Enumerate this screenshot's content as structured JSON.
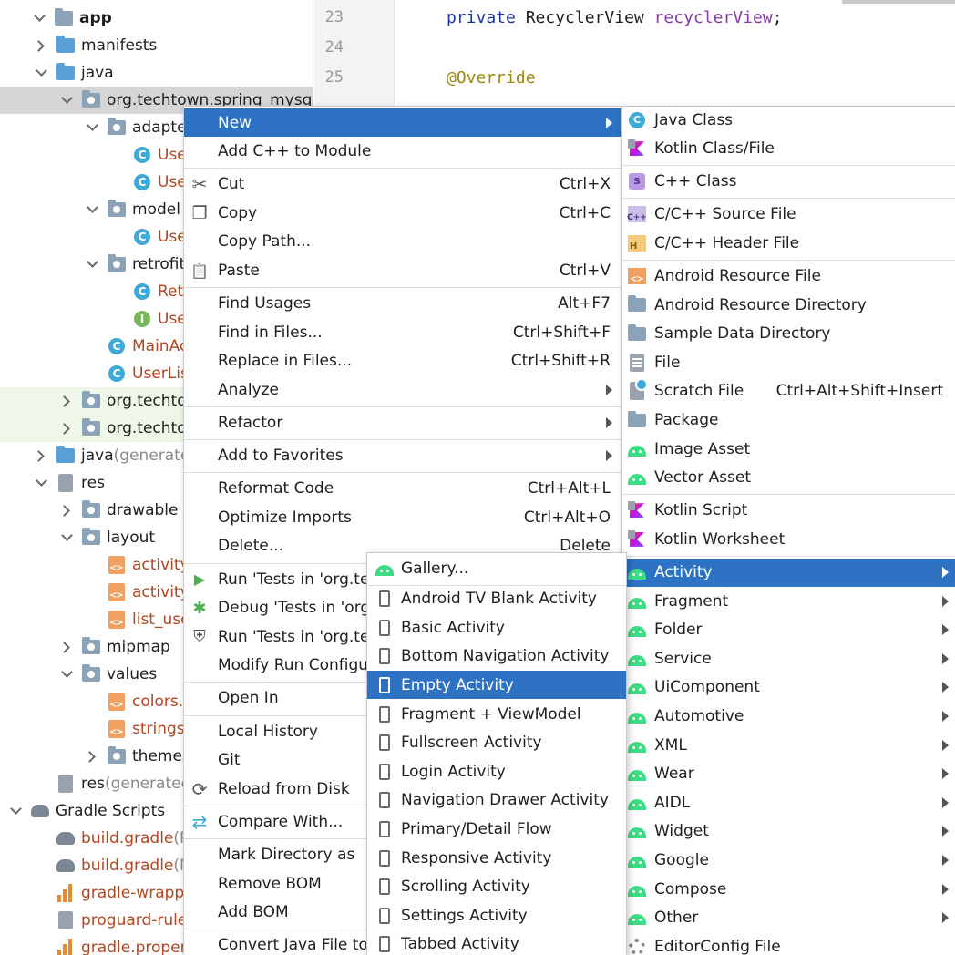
{
  "tree": [
    {
      "label": "app",
      "indent": 1,
      "arrow": "down",
      "icon": "folder-module-icon",
      "style": "bold"
    },
    {
      "label": "manifests",
      "indent": 2,
      "arrow": "right",
      "icon": "folder-blue-icon"
    },
    {
      "label": "java",
      "indent": 2,
      "arrow": "down",
      "icon": "folder-blue-icon"
    },
    {
      "label": "org.techtown.spring_mysql",
      "indent": 3,
      "arrow": "down",
      "icon": "package-icon",
      "row": "sel"
    },
    {
      "label": "adapte",
      "indent": 4,
      "arrow": "down",
      "icon": "package-icon"
    },
    {
      "label": "Use",
      "indent": 5,
      "arrow": "none",
      "icon": "class-icon",
      "style": "red"
    },
    {
      "label": "Use",
      "indent": 5,
      "arrow": "none",
      "icon": "class-icon",
      "style": "red"
    },
    {
      "label": "model",
      "indent": 4,
      "arrow": "down",
      "icon": "package-icon"
    },
    {
      "label": "Use",
      "indent": 5,
      "arrow": "none",
      "icon": "class-icon",
      "style": "red"
    },
    {
      "label": "retrofit",
      "indent": 4,
      "arrow": "down",
      "icon": "package-icon"
    },
    {
      "label": "Retr",
      "indent": 5,
      "arrow": "none",
      "icon": "class-icon",
      "style": "red"
    },
    {
      "label": "Use",
      "indent": 5,
      "arrow": "none",
      "icon": "interface-icon",
      "style": "red"
    },
    {
      "label": "MainAc",
      "indent": 4,
      "arrow": "none",
      "icon": "class-icon",
      "style": "red"
    },
    {
      "label": "UserLis",
      "indent": 4,
      "arrow": "none",
      "icon": "class-icon",
      "style": "red"
    },
    {
      "label": "org.techto",
      "indent": 3,
      "arrow": "right",
      "icon": "package-icon",
      "row": "alt"
    },
    {
      "label": "org.techto",
      "indent": 3,
      "arrow": "right",
      "icon": "package-icon",
      "row": "alt"
    },
    {
      "label": "java",
      "indent": 2,
      "arrow": "right",
      "icon": "folder-generated-icon",
      "suffix": " (generate"
    },
    {
      "label": "res",
      "indent": 2,
      "arrow": "down",
      "icon": "folder-res-icon"
    },
    {
      "label": "drawable",
      "indent": 3,
      "arrow": "right",
      "icon": "package-icon"
    },
    {
      "label": "layout",
      "indent": 3,
      "arrow": "down",
      "icon": "package-icon"
    },
    {
      "label": "activity",
      "indent": 4,
      "arrow": "none",
      "icon": "xml-file-icon",
      "style": "red"
    },
    {
      "label": "activity",
      "indent": 4,
      "arrow": "none",
      "icon": "xml-file-icon",
      "style": "red"
    },
    {
      "label": "list_use",
      "indent": 4,
      "arrow": "none",
      "icon": "xml-file-icon",
      "style": "red"
    },
    {
      "label": "mipmap",
      "indent": 3,
      "arrow": "right",
      "icon": "package-icon"
    },
    {
      "label": "values",
      "indent": 3,
      "arrow": "down",
      "icon": "package-icon"
    },
    {
      "label": "colors.x",
      "indent": 4,
      "arrow": "none",
      "icon": "xml-file-icon",
      "style": "red"
    },
    {
      "label": "strings.",
      "indent": 4,
      "arrow": "none",
      "icon": "xml-file-icon",
      "style": "red"
    },
    {
      "label": "themes",
      "indent": 4,
      "arrow": "right",
      "icon": "package-icon"
    },
    {
      "label": "res",
      "indent": 2,
      "arrow": "none",
      "icon": "folder-res-icon",
      "suffix": " (generated"
    },
    {
      "label": "Gradle Scripts",
      "indent": 0,
      "arrow": "down",
      "icon": "gradle-icon"
    },
    {
      "label": "build.gradle",
      "indent": 2,
      "arrow": "none",
      "icon": "gradle-icon",
      "style": "red",
      "suffix": " (P"
    },
    {
      "label": "build.gradle",
      "indent": 2,
      "arrow": "none",
      "icon": "gradle-icon",
      "style": "red",
      "suffix": " (M"
    },
    {
      "label": "gradle-wrappe",
      "indent": 2,
      "arrow": "none",
      "icon": "properties-icon",
      "style": "red"
    },
    {
      "label": "proguard-rule",
      "indent": 2,
      "arrow": "none",
      "icon": "text-file-icon",
      "style": "red"
    },
    {
      "label": "gradle.proper",
      "indent": 2,
      "arrow": "none",
      "icon": "properties-icon",
      "style": "red"
    }
  ],
  "editor": {
    "lines": [
      {
        "num": "23",
        "parts": [
          {
            "t": "private ",
            "c": "kw"
          },
          {
            "t": "RecyclerView ",
            "c": "typ"
          },
          {
            "t": "recyclerView",
            "c": "fld"
          },
          {
            "t": ";",
            "c": "typ"
          }
        ]
      },
      {
        "num": "24",
        "parts": []
      },
      {
        "num": "25",
        "parts": [
          {
            "t": "@Override",
            "c": "ann"
          }
        ]
      }
    ]
  },
  "context_menu": {
    "items": [
      {
        "label": "New",
        "shortcut": "",
        "submenu": true,
        "selected": true,
        "icon": ""
      },
      {
        "label": "Add C++ to Module",
        "shortcut": "",
        "submenu": false,
        "icon": ""
      },
      {
        "sep": true
      },
      {
        "label": "Cut",
        "shortcut": "Ctrl+X",
        "submenu": false,
        "icon": "scissors-icon"
      },
      {
        "label": "Copy",
        "shortcut": "Ctrl+C",
        "submenu": false,
        "icon": "copy-icon"
      },
      {
        "label": "Copy Path...",
        "shortcut": "",
        "submenu": false,
        "icon": ""
      },
      {
        "label": "Paste",
        "shortcut": "Ctrl+V",
        "submenu": false,
        "icon": "clipboard-icon"
      },
      {
        "sep": true
      },
      {
        "label": "Find Usages",
        "shortcut": "Alt+F7",
        "submenu": false,
        "icon": ""
      },
      {
        "label": "Find in Files...",
        "shortcut": "Ctrl+Shift+F",
        "submenu": false,
        "icon": ""
      },
      {
        "label": "Replace in Files...",
        "shortcut": "Ctrl+Shift+R",
        "submenu": false,
        "icon": ""
      },
      {
        "label": "Analyze",
        "shortcut": "",
        "submenu": true,
        "icon": ""
      },
      {
        "sep": true
      },
      {
        "label": "Refactor",
        "shortcut": "",
        "submenu": true,
        "icon": ""
      },
      {
        "sep": true
      },
      {
        "label": "Add to Favorites",
        "shortcut": "",
        "submenu": true,
        "icon": ""
      },
      {
        "sep": true
      },
      {
        "label": "Reformat Code",
        "shortcut": "Ctrl+Alt+L",
        "submenu": false,
        "icon": ""
      },
      {
        "label": "Optimize Imports",
        "shortcut": "Ctrl+Alt+O",
        "submenu": false,
        "icon": ""
      },
      {
        "label": "Delete...",
        "shortcut": "Delete",
        "submenu": false,
        "icon": ""
      },
      {
        "sep": true
      },
      {
        "label": "Run 'Tests in 'org.tec",
        "shortcut": "",
        "submenu": false,
        "icon": "run-icon"
      },
      {
        "label": "Debug 'Tests in 'org",
        "shortcut": "",
        "submenu": false,
        "icon": "debug-icon"
      },
      {
        "label": "Run 'Tests in 'org.te",
        "shortcut": "",
        "submenu": false,
        "icon": "coverage-icon"
      },
      {
        "label": "Modify Run Configu",
        "shortcut": "",
        "submenu": false,
        "icon": ""
      },
      {
        "sep": true
      },
      {
        "label": "Open In",
        "shortcut": "",
        "submenu": false,
        "icon": ""
      },
      {
        "sep": true
      },
      {
        "label": "Local History",
        "shortcut": "",
        "submenu": false,
        "icon": ""
      },
      {
        "label": "Git",
        "shortcut": "",
        "submenu": false,
        "icon": ""
      },
      {
        "label": "Reload from Disk",
        "shortcut": "",
        "submenu": false,
        "icon": "reload-icon"
      },
      {
        "sep": true
      },
      {
        "label": "Compare With...",
        "shortcut": "",
        "submenu": false,
        "icon": "compare-icon"
      },
      {
        "sep": true
      },
      {
        "label": "Mark Directory as",
        "shortcut": "",
        "submenu": false,
        "icon": ""
      },
      {
        "label": "Remove BOM",
        "shortcut": "",
        "submenu": false,
        "icon": ""
      },
      {
        "label": "Add BOM",
        "shortcut": "",
        "submenu": false,
        "icon": ""
      },
      {
        "sep": true
      },
      {
        "label": "Convert Java File to",
        "shortcut": "",
        "submenu": false,
        "icon": ""
      }
    ]
  },
  "new_menu": {
    "items": [
      {
        "label": "Java Class",
        "shortcut": "",
        "submenu": false,
        "icon": "java-class-icon"
      },
      {
        "label": "Kotlin Class/File",
        "shortcut": "",
        "submenu": false,
        "icon": "kotlin-file-icon"
      },
      {
        "sep": true
      },
      {
        "label": "C++ Class",
        "shortcut": "",
        "submenu": false,
        "icon": "cpp-class-icon"
      },
      {
        "sep": true
      },
      {
        "label": "C/C++ Source File",
        "shortcut": "",
        "submenu": false,
        "icon": "cpp-source-icon"
      },
      {
        "label": "C/C++ Header File",
        "shortcut": "",
        "submenu": false,
        "icon": "cpp-header-icon"
      },
      {
        "sep": true
      },
      {
        "label": "Android Resource File",
        "shortcut": "",
        "submenu": false,
        "icon": "resource-file-icon"
      },
      {
        "label": "Android Resource Directory",
        "shortcut": "",
        "submenu": false,
        "icon": "directory-icon"
      },
      {
        "label": "Sample Data Directory",
        "shortcut": "",
        "submenu": false,
        "icon": "directory-icon"
      },
      {
        "label": "File",
        "shortcut": "",
        "submenu": false,
        "icon": "file-icon"
      },
      {
        "label": "Scratch File",
        "shortcut": "Ctrl+Alt+Shift+Insert",
        "submenu": false,
        "icon": "scratch-file-icon"
      },
      {
        "label": "Package",
        "shortcut": "",
        "submenu": false,
        "icon": "directory-icon"
      },
      {
        "label": "Image Asset",
        "shortcut": "",
        "submenu": false,
        "icon": "android-icon"
      },
      {
        "label": "Vector Asset",
        "shortcut": "",
        "submenu": false,
        "icon": "android-icon"
      },
      {
        "sep": true
      },
      {
        "label": "Kotlin Script",
        "shortcut": "",
        "submenu": false,
        "icon": "kotlin-script-icon"
      },
      {
        "label": "Kotlin Worksheet",
        "shortcut": "",
        "submenu": false,
        "icon": "kotlin-worksheet-icon"
      },
      {
        "sep": true
      },
      {
        "label": "Activity",
        "shortcut": "",
        "submenu": true,
        "selected": true,
        "icon": "android-icon"
      },
      {
        "label": "Fragment",
        "shortcut": "",
        "submenu": true,
        "icon": "android-icon"
      },
      {
        "label": "Folder",
        "shortcut": "",
        "submenu": true,
        "icon": "android-icon"
      },
      {
        "label": "Service",
        "shortcut": "",
        "submenu": true,
        "icon": "android-icon"
      },
      {
        "label": "UiComponent",
        "shortcut": "",
        "submenu": true,
        "icon": "android-icon"
      },
      {
        "label": "Automotive",
        "shortcut": "",
        "submenu": true,
        "icon": "android-icon"
      },
      {
        "label": "XML",
        "shortcut": "",
        "submenu": true,
        "icon": "android-icon"
      },
      {
        "label": "Wear",
        "shortcut": "",
        "submenu": true,
        "icon": "android-icon"
      },
      {
        "label": "AIDL",
        "shortcut": "",
        "submenu": true,
        "icon": "android-icon"
      },
      {
        "label": "Widget",
        "shortcut": "",
        "submenu": true,
        "icon": "android-icon"
      },
      {
        "label": "Google",
        "shortcut": "",
        "submenu": true,
        "icon": "android-icon"
      },
      {
        "label": "Compose",
        "shortcut": "",
        "submenu": true,
        "icon": "android-icon"
      },
      {
        "label": "Other",
        "shortcut": "",
        "submenu": true,
        "icon": "android-icon"
      },
      {
        "label": "EditorConfig File",
        "shortcut": "",
        "submenu": false,
        "icon": "gear-icon"
      }
    ]
  },
  "activity_menu": {
    "items": [
      {
        "label": "Gallery...",
        "icon": "android-icon"
      },
      {
        "sep": true
      },
      {
        "label": "Android TV Blank Activity",
        "icon": "phone-icon"
      },
      {
        "label": "Basic Activity",
        "icon": "phone-icon"
      },
      {
        "label": "Bottom Navigation Activity",
        "icon": "phone-icon"
      },
      {
        "label": "Empty Activity",
        "icon": "phone-icon",
        "selected": true
      },
      {
        "label": "Fragment + ViewModel",
        "icon": "phone-icon"
      },
      {
        "label": "Fullscreen Activity",
        "icon": "phone-icon"
      },
      {
        "label": "Login Activity",
        "icon": "phone-icon"
      },
      {
        "label": "Navigation Drawer Activity",
        "icon": "phone-icon"
      },
      {
        "label": "Primary/Detail Flow",
        "icon": "phone-icon"
      },
      {
        "label": "Responsive Activity",
        "icon": "phone-icon"
      },
      {
        "label": "Scrolling Activity",
        "icon": "phone-icon"
      },
      {
        "label": "Settings Activity",
        "icon": "phone-icon"
      },
      {
        "label": "Tabbed Activity",
        "icon": "phone-icon"
      }
    ]
  },
  "colors": {
    "selection": "#2e72c4",
    "android_green": "#3ddc84",
    "keyword": "#1c33a8",
    "field": "#8a37a8",
    "annotation": "#9e880d",
    "changed_file": "#b3461f"
  }
}
